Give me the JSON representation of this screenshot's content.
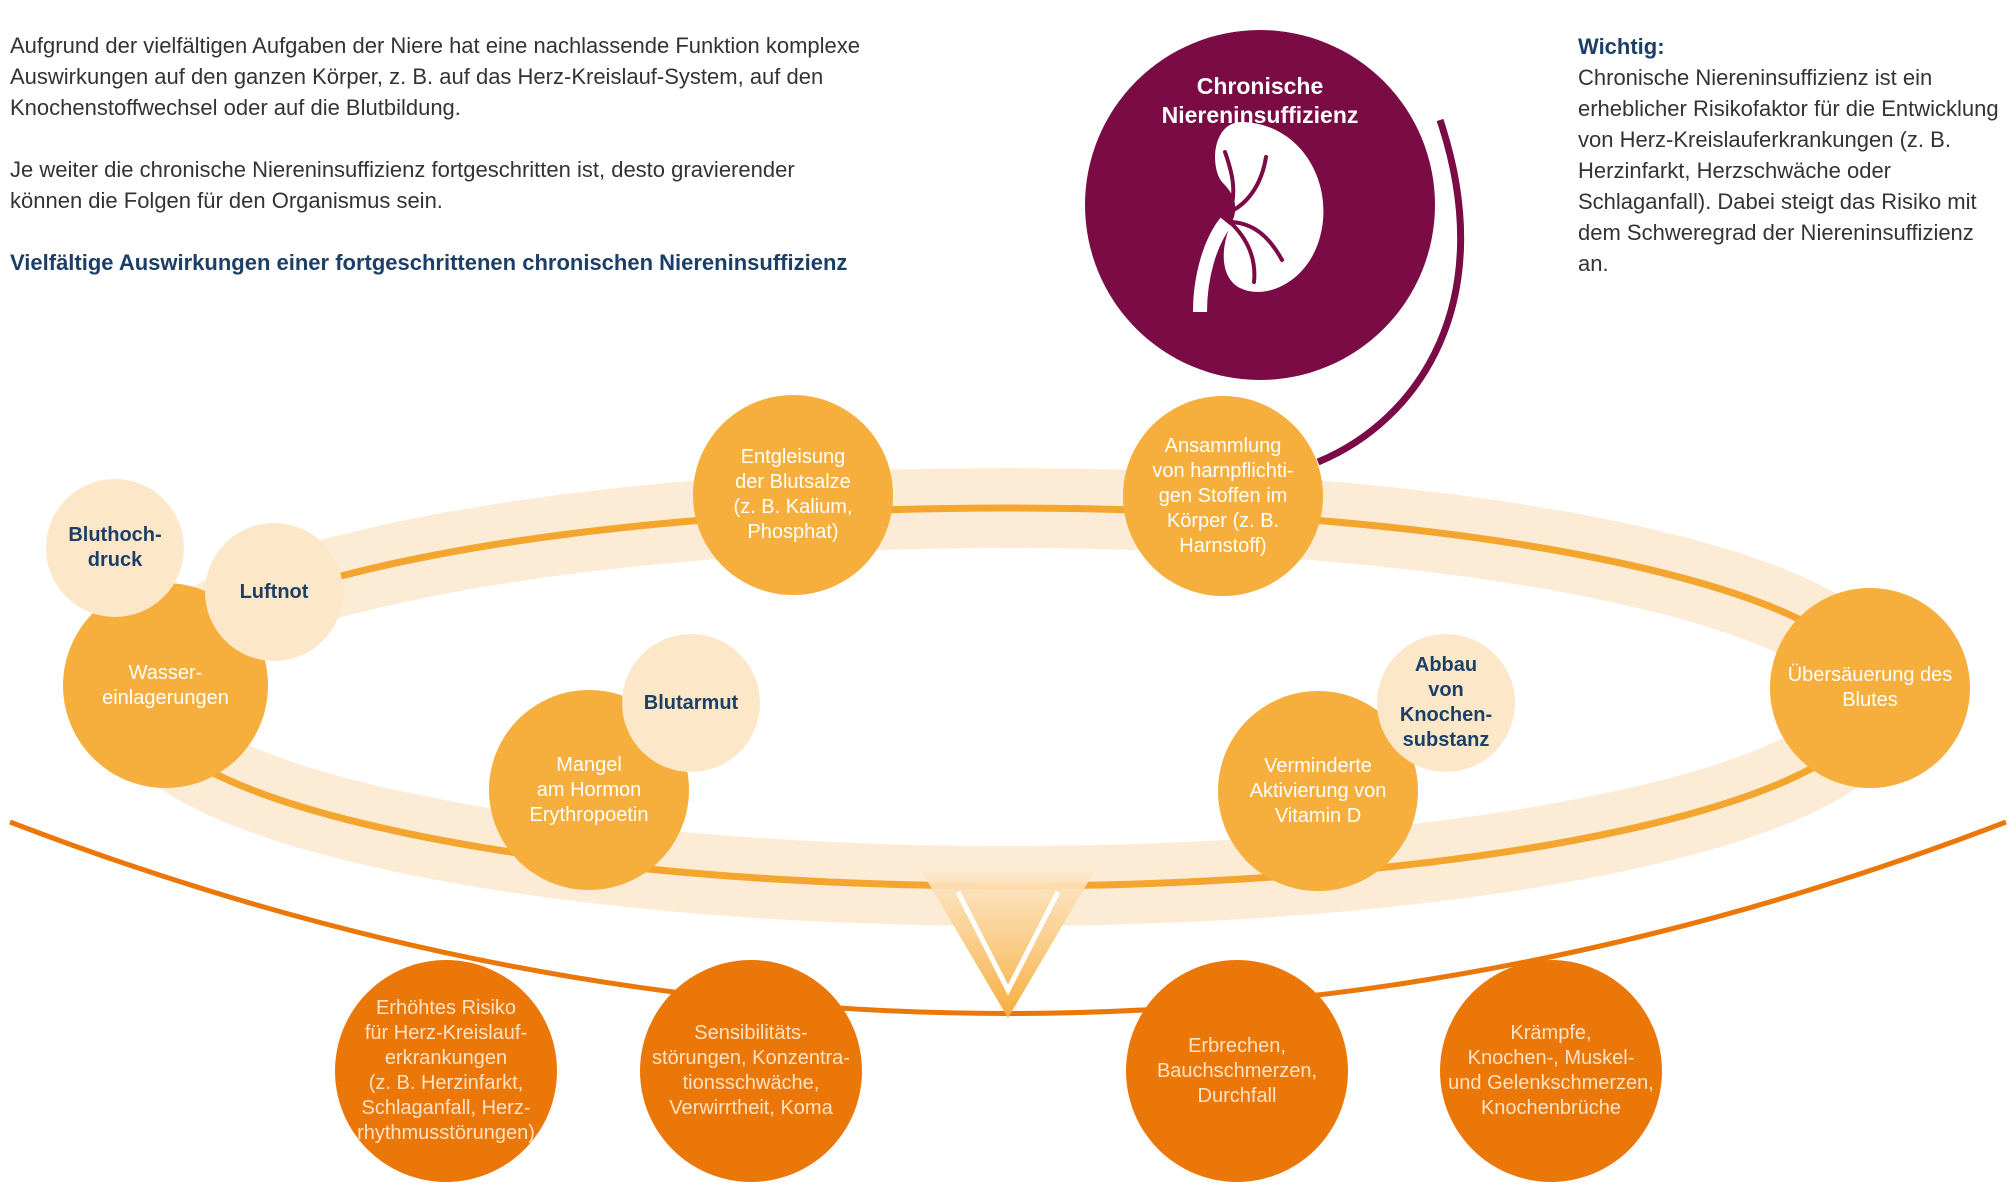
{
  "intro": {
    "paragraph1": "Aufgrund der vielfältigen Aufgaben der Niere hat eine nachlassende Funktion komplexe Auswirkungen auf den ganzen Körper, z. B. auf das Herz-Kreislauf-System, auf den Knochenstoffwechsel oder auf die Blutbildung.",
    "paragraph2": "Je weiter die chronische Niereninsuffizienz fortgeschritten ist, desto gravierender können die Folgen für den Organismus sein.",
    "heading": "Vielfältige Auswirkungen einer fortgeschrittenen chronischen Niereninsuffizienz"
  },
  "important": {
    "title": "Wichtig:",
    "text": "Chronische Niereninsuffizienz ist ein erheblicher Risikofaktor für die Entwicklung von Herz-Kreislauferkrankungen (z. B. Herzinfarkt, Herzschwäche oder Schlaganfall). Dabei steigt das Risiko mit dem Schweregrad der Niereninsuffizienz an."
  },
  "center": {
    "label": "Chronische\nNiereninsuffizienz",
    "icon": "kidney-icon"
  },
  "ring_items": {
    "wasser": "Wasser-\neinlagerungen",
    "bluthochdruck": "Bluthoch-\ndruck",
    "luftnot": "Luftnot",
    "entgleisung": "Entgleisung\nder Blutsalze\n(z. B. Kalium,\nPhosphat)",
    "ansammlung": "Ansammlung\nvon harnpflichti-\ngen Stoffen im\nKörper (z. B.\nHarnstoff)",
    "uebersaeuerung": "Übersäuerung des\nBlutes",
    "vitamin_d": "Verminderte\nAktivierung von\nVitamin D",
    "knochen": "Abbau\nvon\nKnochen-\nsubstanz",
    "mangel": "Mangel\nam Hormon\nErythropoetin",
    "blutarmut": "Blutarmut"
  },
  "outcomes": {
    "herz": "Erhöhtes Risiko\nfür Herz-Kreislauf-\nerkrankungen\n(z. B. Herzinfarkt,\nSchlaganfall, Herz-\nrhythmusstörungen)",
    "sensibilitaet": "Sensibilitäts-\nstörungen, Konzentra-\ntionsschwäche,\nVerwirrtheit, Koma",
    "erbrechen": "Erbrechen,\nBauchschmerzen,\nDurchfall",
    "kraempfe": "Krämpfe,\nKnochen-, Muskel-\nund Gelenkschmerzen,\nKnochenbrüche"
  },
  "colors": {
    "purple": "#7b0b45",
    "ring": "#f6ae3c",
    "ring_light": "#fde7c9",
    "orange": "#ec7709",
    "navy": "#1b3f66"
  }
}
